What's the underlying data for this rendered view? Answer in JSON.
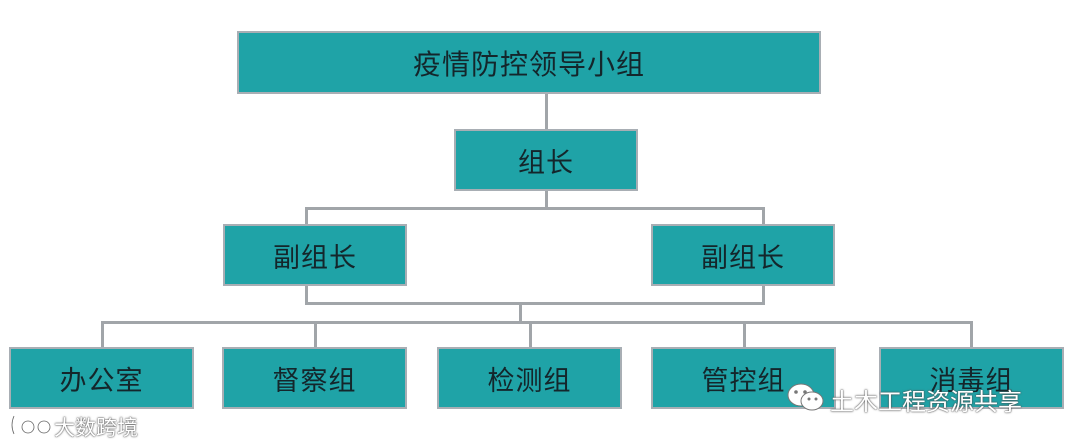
{
  "org_chart": {
    "top": "疫情防控领导小组",
    "leader": "组长",
    "deputies": [
      "副组长",
      "副组长"
    ],
    "groups": [
      "办公室",
      "督察组",
      "检测组",
      "管控组",
      "消毒组"
    ]
  },
  "watermarks": {
    "bottom_left": "大数跨境",
    "bottom_right": "土木工程资源共享"
  },
  "colors": {
    "box_fill": "#1fa3a7",
    "box_border": "#a8aeb4",
    "connector": "#a1a5a9"
  }
}
